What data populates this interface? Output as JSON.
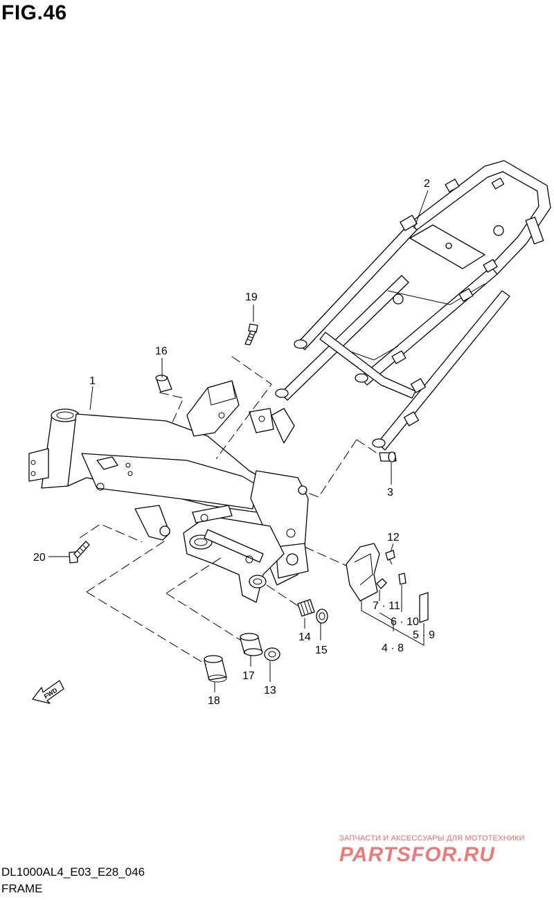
{
  "figure": {
    "title": "FIG.46",
    "footer_code": "DL1000AL4_E03_E28_046",
    "footer_name": "FRAME"
  },
  "watermark": {
    "line1": "ЗАПЧАСТИ И АКСЕССУАРЫ ДЛЯ МОТОТЕХНИКИ",
    "line2": "PARTSFOR.RU",
    "color": "#e56a6a"
  },
  "fwd_label": "FWD",
  "callouts": {
    "c1": "1",
    "c2": "2",
    "c3": "3",
    "c4_8": "4 · 8",
    "c5_9": "5 · 9",
    "c6_10": "6 · 10",
    "c7_11": "7 · 11",
    "c12": "12",
    "c13": "13",
    "c14": "14",
    "c15": "15",
    "c16": "16",
    "c17": "17",
    "c18": "18",
    "c19": "19",
    "c20": "20"
  }
}
